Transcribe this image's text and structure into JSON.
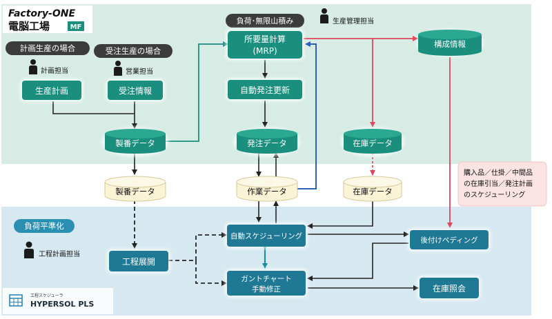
{
  "brand": {
    "top_logo_line1": "Factory-ONE",
    "top_logo_line2": "電脳工場",
    "top_logo_badge": "MF",
    "bottom_logo_small": "工程スケジューラ",
    "bottom_logo_main": "HYPERSOL PLS",
    "bottom_logo_icon": "calendar-grid-icon"
  },
  "colors": {
    "upper_band": "#d6ece4",
    "lower_band": "#d6e9f0",
    "green_node": "#1a8f7d",
    "blue_node": "#1f7994",
    "red_arrow": "#e0455a",
    "blue_arrow": "#2e5fb8",
    "note_bg": "#fbe3e3"
  },
  "tags": {
    "plan_case": "計画生産の場合",
    "order_case": "受注生産の場合",
    "load_infinite": "負荷･無限山積み",
    "load_leveling": "負荷平準化"
  },
  "roles": {
    "planner": "計画担当",
    "sales": "営業担当",
    "production_mgr": "生産管理担当",
    "process_planner": "工程計画担当"
  },
  "nodes": {
    "production_plan": "生産計画",
    "order_info": "受注情報",
    "mrp_line1": "所要量計算",
    "mrp_line2": "(MRP)",
    "auto_order": "自動発注更新",
    "composition": "構成情報",
    "lot_data_upper": "製番データ",
    "order_data": "発注データ",
    "stock_data_upper": "在庫データ",
    "lot_data_lower": "製番データ",
    "work_data": "作業データ",
    "stock_data_lower": "在庫データ",
    "auto_schedule": "自動スケジューリング",
    "process_expand": "工程展開",
    "gantt_line1": "ガントチャート",
    "gantt_line2": "手動修正",
    "backward_pegging": "後付けペディング",
    "stock_inquiry": "在庫照会"
  },
  "note": {
    "line1": "購入品／仕掛／中間品",
    "line2": "の在庫引当／発注計画",
    "line3": "のスケジューリング"
  }
}
